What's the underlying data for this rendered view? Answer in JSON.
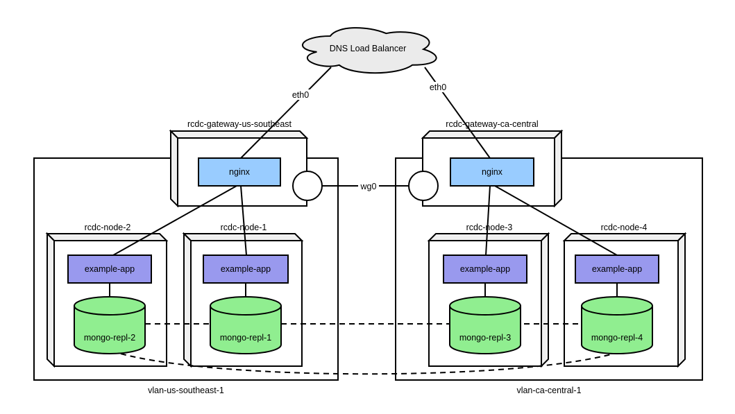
{
  "diagram": {
    "cloud": {
      "label": "DNS Load Balancer"
    },
    "edge_labels": {
      "eth0_left": "eth0",
      "eth0_right": "eth0",
      "wg0": "wg0"
    },
    "gateways": [
      {
        "name": "rcdc-gateway-us-southeast",
        "service": "nginx"
      },
      {
        "name": "rcdc-gateway-ca-central",
        "service": "nginx"
      }
    ],
    "vlans": [
      {
        "name": "vlan-us-southeast-1"
      },
      {
        "name": "vlan-ca-central-1"
      }
    ],
    "nodes": [
      {
        "name": "rcdc-node-2",
        "app": "example-app",
        "db": "mongo-repl-2"
      },
      {
        "name": "rcdc-node-1",
        "app": "example-app",
        "db": "mongo-repl-1"
      },
      {
        "name": "rcdc-node-3",
        "app": "example-app",
        "db": "mongo-repl-3"
      },
      {
        "name": "rcdc-node-4",
        "app": "example-app",
        "db": "mongo-repl-4"
      }
    ],
    "colors": {
      "nginx_fill": "#99ccff",
      "app_fill": "#9999ee",
      "db_fill": "#90ee90",
      "cloud_fill": "#ebebeb",
      "cube_shade_fill": "#f0f0f0",
      "stroke": "#000000",
      "background": "#ffffff"
    }
  }
}
